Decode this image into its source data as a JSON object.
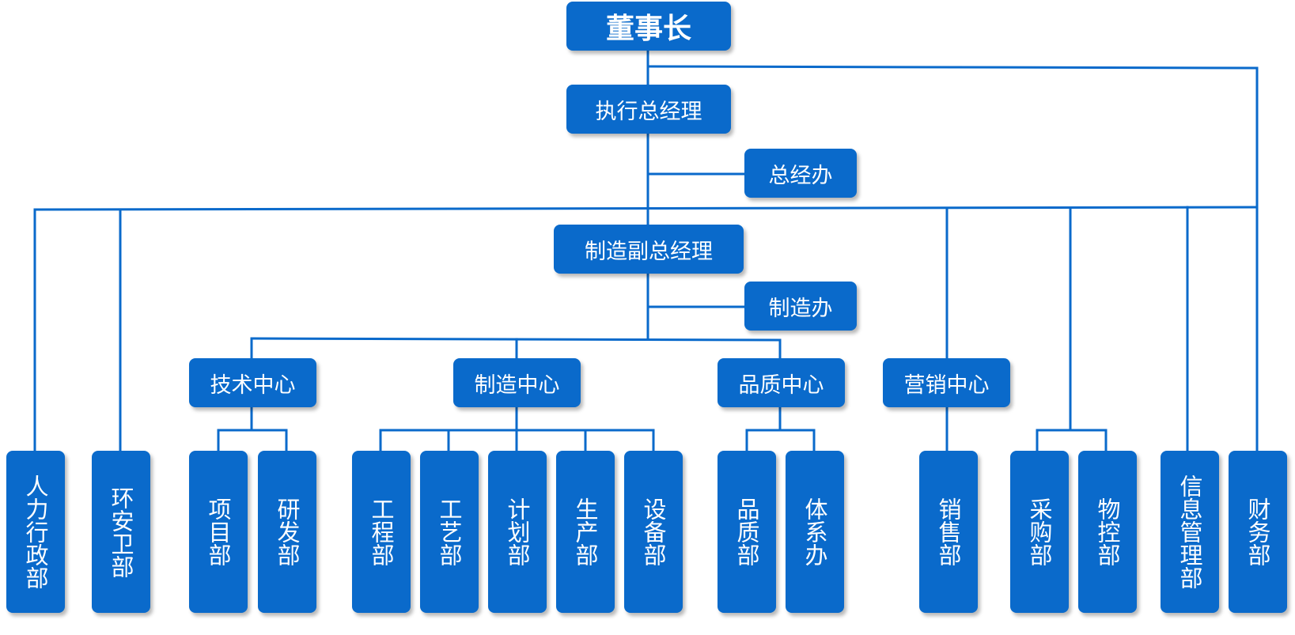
{
  "colors": {
    "box": "#0a6acb",
    "line": "#0a6acb",
    "text": "#ffffff"
  },
  "org": {
    "chairman": "董事长",
    "ceo": "执行总经理",
    "gm_office": "总经办",
    "mfg_vp": "制造副总经理",
    "mfg_office": "制造办",
    "centers": {
      "tech": "技术中心",
      "mfg": "制造中心",
      "quality": "品质中心",
      "sales": "营销中心"
    },
    "departments": {
      "hr_admin": "人力行政部",
      "ehs_security": "环安卫部",
      "project": "项目部",
      "rnd": "研发部",
      "engineering": "工程部",
      "process": "工艺部",
      "planning": "计划部",
      "production": "生产部",
      "equipment": "设备部",
      "quality_dept": "品质部",
      "system_office": "体系办",
      "sales_dept": "销售部",
      "purchasing": "采购部",
      "material_control": "物控部",
      "it": "信息管理部",
      "finance": "财务部"
    }
  }
}
